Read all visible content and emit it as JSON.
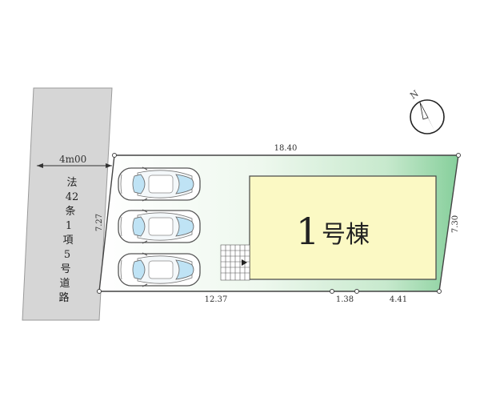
{
  "road": {
    "width_label": "4m00",
    "designation_chars": [
      "法",
      "42",
      "条",
      "1",
      "項",
      "5",
      "号",
      "道",
      "路"
    ]
  },
  "building": {
    "number": "1",
    "suffix": "号棟"
  },
  "compass": {
    "north_label": "N"
  },
  "dimensions": {
    "top": "18.40",
    "left": "7.27",
    "right": "7.30",
    "bottom_1": "12.37",
    "bottom_2": "1.38",
    "bottom_3": "4.41"
  },
  "parking": {
    "car_count": 3
  },
  "colors": {
    "road": "#d6d6d6",
    "lot_green_dark": "#8fd3a4",
    "lot_green_light": "#f2f9f2",
    "building_fill": "#fbf9c4",
    "car_window": "#bfe3f5"
  }
}
